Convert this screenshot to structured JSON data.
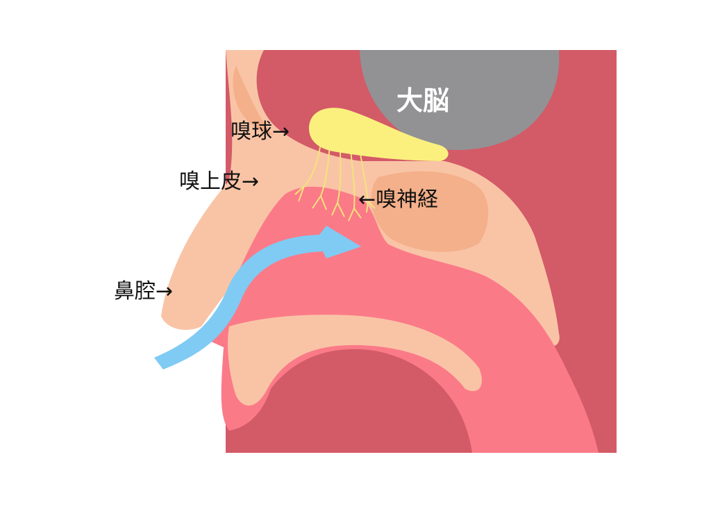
{
  "labels": {
    "brain": "大脳",
    "olfactory_bulb": "嗅球",
    "olfactory_epithelium": "嗅上皮",
    "olfactory_nerve": "嗅神経",
    "nasal_cavity": "鼻腔"
  },
  "arrows": {
    "right": "→",
    "left": "←"
  },
  "colors": {
    "background": "#ffffff",
    "deep_tissue": "#d35a67",
    "brain": "#929295",
    "skin": "#f9c4a6",
    "skin_shade": "#f4b08a",
    "mucosa": "#fb7a88",
    "olfactory_bulb": "#fbf07e",
    "nerve": "#f4e27a",
    "airflow": "#7fcbf4",
    "label_text": "#111111",
    "brain_text": "#ffffff"
  }
}
